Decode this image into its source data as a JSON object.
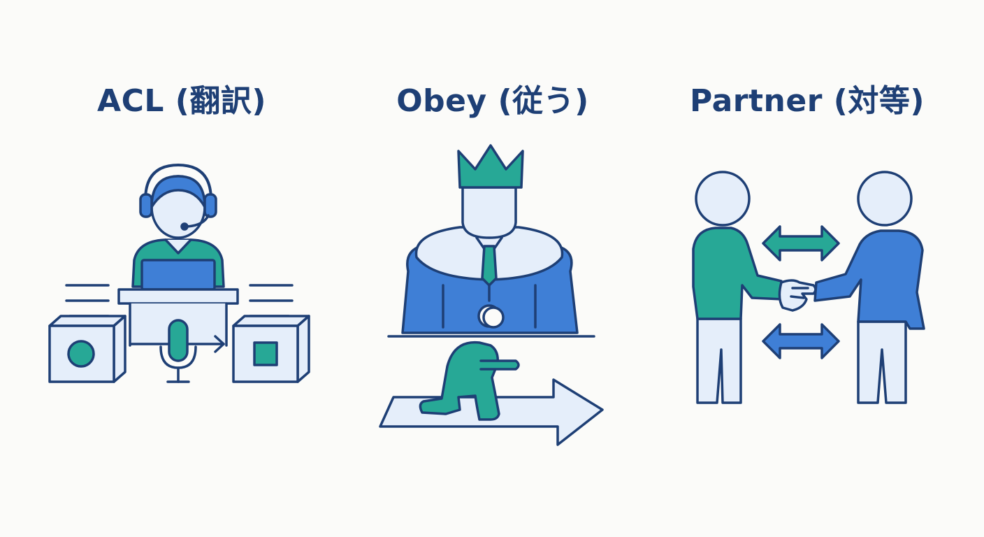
{
  "panels": [
    {
      "id": "acl",
      "title": "ACL (翻訳)"
    },
    {
      "id": "obey",
      "title": "Obey (従う)"
    },
    {
      "id": "partner",
      "title": "Partner (対等)"
    }
  ],
  "colors": {
    "outline": "#1e3f75",
    "blue": "#3f7fd6",
    "teal": "#27a896",
    "light": "#e5eefa",
    "background": "#fbfbf9"
  },
  "icons": {
    "acl": [
      "interpreter-with-headset-icon",
      "laptop-icon",
      "desk-icon",
      "microphone-icon",
      "left-cube-circle-icon",
      "right-cube-square-icon",
      "translation-arrow-icon"
    ],
    "obey": [
      "crown-icon",
      "king-figure-icon",
      "kneeling-person-icon",
      "forward-arrow-icon"
    ],
    "partner": [
      "person-left-icon",
      "person-right-icon",
      "handshake-icon",
      "double-arrow-top-icon",
      "double-arrow-bottom-icon"
    ]
  }
}
